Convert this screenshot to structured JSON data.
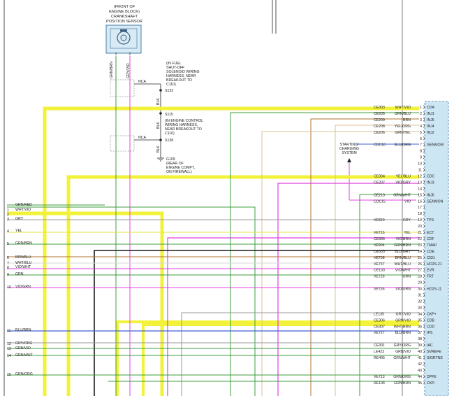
{
  "sensor": {
    "lines": [
      "(FRONT OF",
      "ENGINE BLOCK)",
      "CRANKSHAFT",
      "POSITION SENSOR"
    ],
    "pin_labels": [
      "1",
      "2"
    ],
    "wire_labels": [
      "GRN/BRN",
      "GRY/VIO"
    ]
  },
  "notes": {
    "fuel_shutoff": [
      "(IN FUEL",
      "SHUT-OFF",
      "SOLENOID WIRING",
      "HARNESS, NEAR",
      "BREAKOUT TO",
      "C110)"
    ],
    "engine_control": [
      "(IN ENGINE CONTROL",
      "WIRING HARNESS,",
      "NEAR BREAKOUT TO",
      "C110)"
    ],
    "ground": [
      "G109",
      "(REAR OF",
      "ENGINE COMPT,",
      "ON FIREWALL)"
    ],
    "starting": [
      "STARTING/",
      "CHARGING",
      "SYSTEM"
    ]
  },
  "splices": {
    "nca": "NCA",
    "s133": "S133",
    "s115": "S115",
    "s138": "S138",
    "blk": "BLK"
  },
  "left_pins": [
    {
      "num": "",
      "color": "GRN/RED"
    },
    {
      "num": "1",
      "color": "WHT/VIO"
    },
    {
      "num": "2",
      "color": ""
    },
    {
      "num": "3",
      "color": "GRY"
    },
    {
      "num": "4",
      "color": "YEL"
    },
    {
      "num": "5",
      "color": "GRN/BRN"
    },
    {
      "num": "6",
      "color": "BRN/BLU"
    },
    {
      "num": "7",
      "color": "WHT/BLU"
    },
    {
      "num": "8",
      "color": "VIO/WHT"
    },
    {
      "num": "9",
      "color": "GRN"
    },
    {
      "num": "10",
      "color": "VIO/GRN"
    },
    {
      "num": "11",
      "color": "BLU/BRN"
    },
    {
      "num": "12",
      "color": "GRY/ORG"
    },
    {
      "num": "13",
      "color": "GRN/VIO"
    },
    {
      "num": "14",
      "color": "GRN/WHT"
    },
    {
      "num": "15",
      "color": "GRN/ORG"
    }
  ],
  "connector": {
    "rows": [
      {
        "pin": "1",
        "circuit": "CE303",
        "color": "WHT/VIO",
        "func": "CDA"
      },
      {
        "pin": "2",
        "circuit": "CE205",
        "color": "GRN/BLU",
        "func": "INJ1"
      },
      {
        "pin": "3",
        "circuit": "CE209",
        "color": "BRN",
        "func": "INJ5"
      },
      {
        "pin": "4",
        "circuit": "CE208",
        "color": "YEL/ORG",
        "func": "INJ4"
      },
      {
        "pin": "5",
        "circuit": "CE206",
        "color": "GRN/YEL",
        "func": "INJ2"
      },
      {
        "pin": "6",
        "circuit": "",
        "color": "",
        "func": ""
      },
      {
        "pin": "7",
        "circuit": "CDC10",
        "color": "BLU/ORG",
        "func": "GENMOM"
      },
      {
        "pin": "8",
        "circuit": "",
        "color": "",
        "func": ""
      },
      {
        "pin": "9",
        "circuit": "",
        "color": "",
        "func": ""
      },
      {
        "pin": "10",
        "circuit": "",
        "color": "",
        "func": ""
      },
      {
        "pin": "11",
        "circuit": "",
        "color": "",
        "func": ""
      },
      {
        "pin": "12",
        "circuit": "CE304",
        "color": "YEL/BLU",
        "func": "CDC"
      },
      {
        "pin": "13",
        "circuit": "CE207",
        "color": "VIO/GRY",
        "func": "INJ3"
      },
      {
        "pin": "14",
        "circuit": "",
        "color": "",
        "func": ""
      },
      {
        "pin": "15",
        "circuit": "CE210",
        "color": "GRN/WHT",
        "func": "INJ6"
      },
      {
        "pin": "16",
        "circuit": "CDC15",
        "color": "VIO",
        "func": "GENMON"
      },
      {
        "pin": "17",
        "circuit": "",
        "color": "",
        "func": ""
      },
      {
        "pin": "18",
        "circuit": "",
        "color": "",
        "func": ""
      },
      {
        "pin": "19",
        "circuit": "VE820",
        "color": "GRY",
        "func": "TPS"
      },
      {
        "pin": "20",
        "circuit": "",
        "color": "",
        "func": ""
      },
      {
        "pin": "21",
        "circuit": "VE716",
        "color": "YEL",
        "func": "ECT"
      },
      {
        "pin": "22",
        "circuit": "CE306",
        "color": "VIO/BRN",
        "func": "CDF"
      },
      {
        "pin": "23",
        "circuit": "VE904",
        "color": "GRN/BRN",
        "func": "TMAP"
      },
      {
        "pin": "24",
        "circuit": "CE305",
        "color": "BLU/GRY",
        "func": "CDE"
      },
      {
        "pin": "25",
        "circuit": "VE708",
        "color": "BRN/BLU",
        "func": "CID1"
      },
      {
        "pin": "26",
        "circuit": "VE737",
        "color": "WHT/BLU",
        "func": "HO2S-21"
      },
      {
        "pin": "27",
        "circuit": "CE133",
        "color": "VIO/WHT",
        "func": "EVR"
      },
      {
        "pin": "28",
        "circuit": "VE726",
        "color": "GRN",
        "func": "FRT"
      },
      {
        "pin": "29",
        "circuit": "",
        "color": "",
        "func": ""
      },
      {
        "pin": "30",
        "circuit": "VE735",
        "color": "VIO/GRN",
        "func": "HO2S-11"
      },
      {
        "pin": "31",
        "circuit": "",
        "color": "",
        "func": ""
      },
      {
        "pin": "32",
        "circuit": "",
        "color": "",
        "func": ""
      },
      {
        "pin": "33",
        "circuit": "",
        "color": "",
        "func": ""
      },
      {
        "pin": "34",
        "circuit": "LE135",
        "color": "GRY/VIO",
        "func": "CKP+"
      },
      {
        "pin": "35",
        "circuit": "CE306",
        "color": "GRN/VIO",
        "func": "CDB"
      },
      {
        "pin": "36",
        "circuit": "CE307",
        "color": "WHT/BRN",
        "func": "CDD"
      },
      {
        "pin": "37",
        "circuit": "VE727",
        "color": "BLU/BRN",
        "func": "IPS"
      },
      {
        "pin": "38",
        "circuit": "",
        "color": "",
        "func": ""
      },
      {
        "pin": "39",
        "circuit": "CE301",
        "color": "GRY/ORG",
        "func": "IAC"
      },
      {
        "pin": "40",
        "circuit": "LE423",
        "color": "GRN/VIO",
        "func": "SVREFE"
      },
      {
        "pin": "41",
        "circuit": "RE405",
        "color": "GRN/WHT",
        "func": "SIGRTNE"
      },
      {
        "pin": "42",
        "circuit": "",
        "color": "",
        "func": ""
      },
      {
        "pin": "43",
        "circuit": "",
        "color": "",
        "func": ""
      },
      {
        "pin": "44",
        "circuit": "VE713",
        "color": "GRN/ORG",
        "func": "DPFE"
      },
      {
        "pin": "45",
        "circuit": "RE136",
        "color": "GRN/BRN",
        "func": "CKP-"
      }
    ]
  },
  "wire_colors": {
    "yellow_thick": "#f2f23a",
    "yellow": "#e6e63c",
    "green": "#3c9c3c",
    "violet": "#e040e0",
    "black": "#1a1a1a",
    "gray": "#9a9a9a",
    "white": "#d8d8d8",
    "brown": "#b07030",
    "tan": "#d8c090",
    "blue": "#4060d0",
    "connector_fill": "#cde6f4",
    "connector_edge": "#4a7fa8"
  }
}
